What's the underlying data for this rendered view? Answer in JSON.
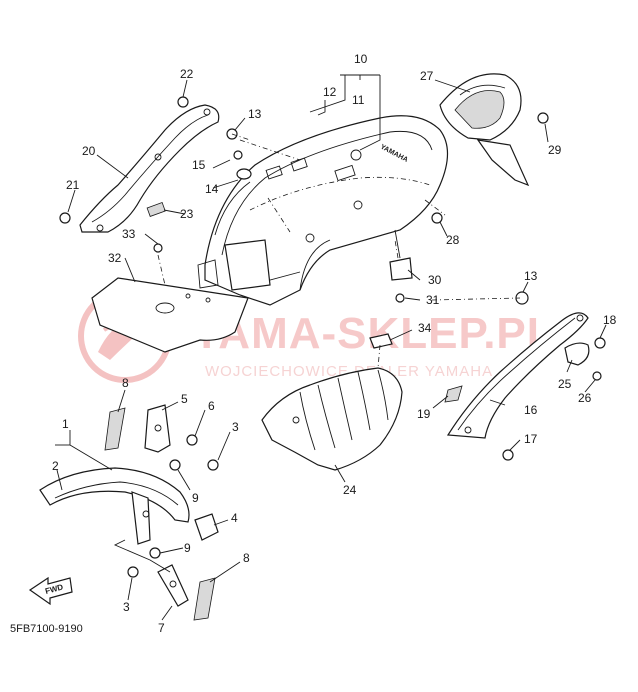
{
  "diagram": {
    "code": "5FB7100-9190",
    "fwd_label": "FWD",
    "brand_text": "YAMAHA",
    "watermark": {
      "main": "YAMA-SKLEP.PL",
      "sub": "WOJCIECHOWICE DEALER YAMAHA"
    },
    "labels": [
      "1",
      "2",
      "3",
      "4",
      "5",
      "6",
      "7",
      "8",
      "9",
      "10",
      "11",
      "12",
      "13",
      "14",
      "15",
      "16",
      "17",
      "18",
      "19",
      "20",
      "21",
      "22",
      "23",
      "24",
      "25",
      "26",
      "27",
      "28",
      "29",
      "30",
      "31",
      "32",
      "33",
      "34"
    ]
  }
}
